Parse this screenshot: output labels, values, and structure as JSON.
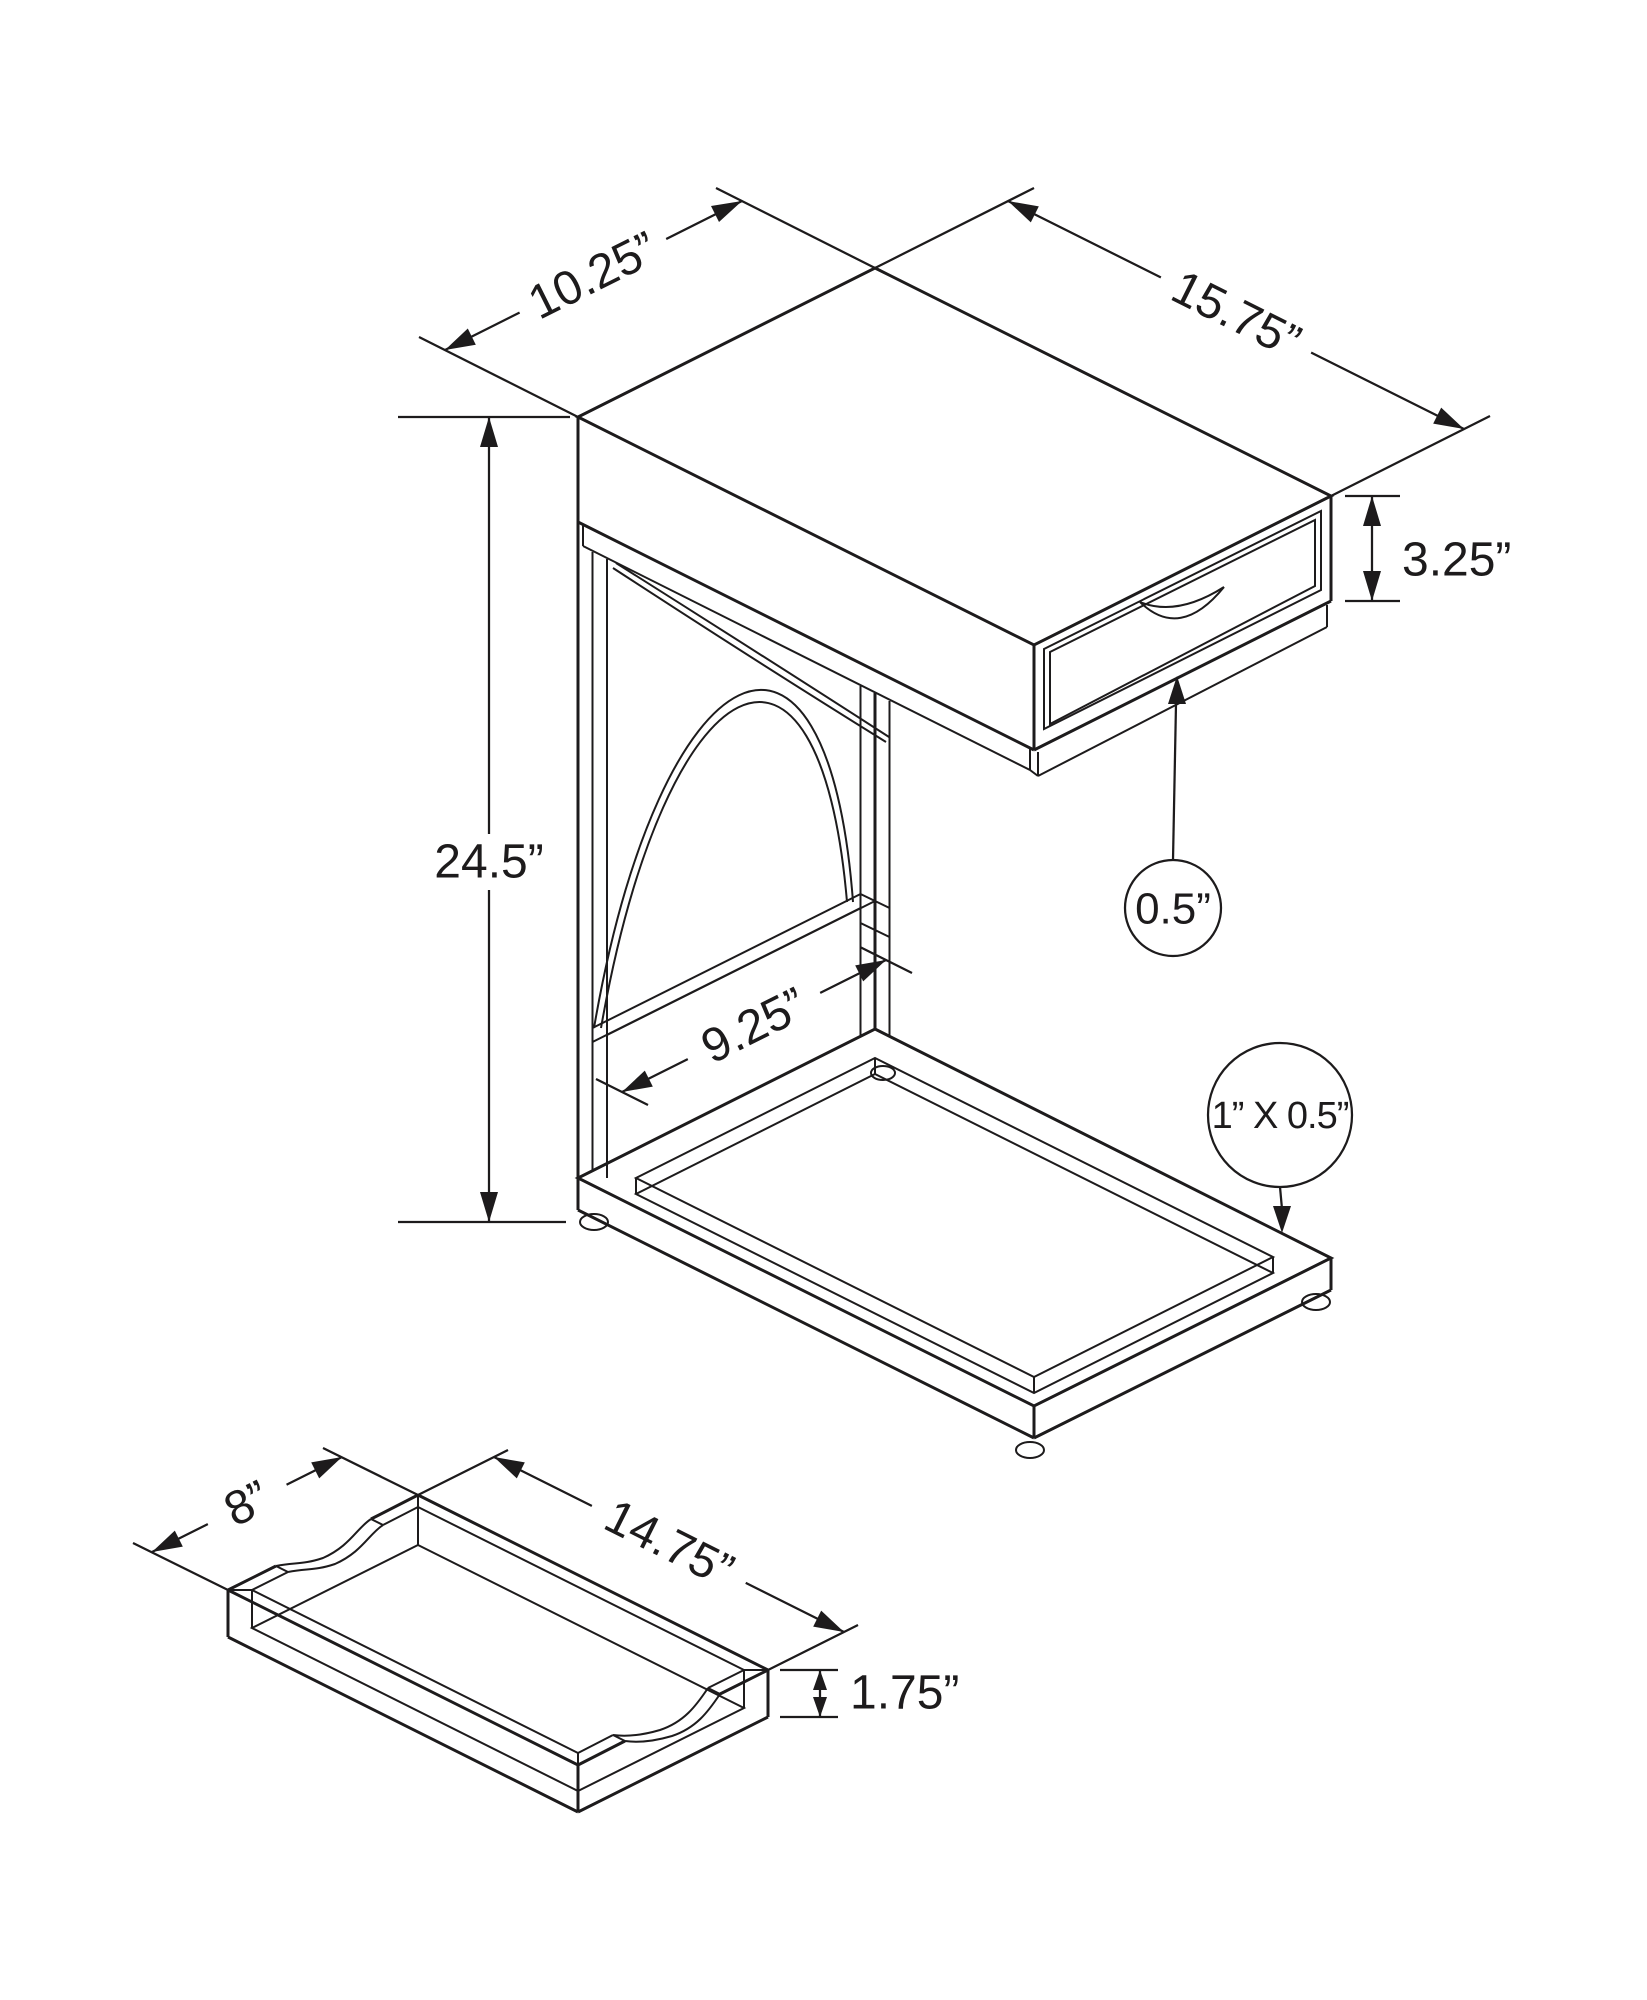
{
  "figure": {
    "type": "isometric-dimension-drawing",
    "subject": "C-shaped accent side table with drawer and removable drawer tray",
    "background": "#ffffff",
    "line_color": "#1d1b1c"
  },
  "dimensions": {
    "top_depth": "10.25”",
    "top_width": "15.75”",
    "drawer_front_height": "3.25”",
    "overall_height": "24.5”",
    "panel_opening_width": "9.25”",
    "drawer_bottom_thickness": "0.5”",
    "frame_tube_size": "1” X 0.5”",
    "tray_width": "8”",
    "tray_length": "14.75”",
    "tray_height": "1.75”"
  }
}
